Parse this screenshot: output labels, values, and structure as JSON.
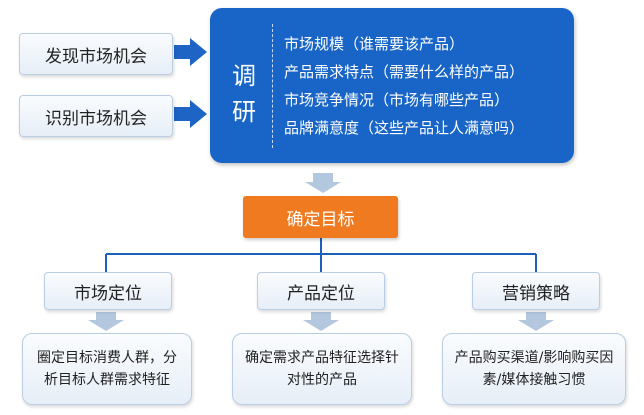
{
  "inputs": [
    "发现市场机会",
    "识别市场机会"
  ],
  "research": {
    "title": "调研",
    "items": [
      "市场规模（谁需要该产品）",
      "产品需求特点（需要什么样的产品）",
      "市场竞争情况（市场有哪些产品）",
      "品牌满意度（这些产品让人满意吗）"
    ]
  },
  "target": "确定目标",
  "branches": [
    {
      "label": "市场定位",
      "detail": "圈定目标消费人群，分析目标人群需求特征"
    },
    {
      "label": "产品定位",
      "detail": "确定需求产品特征选择针对性的产品"
    },
    {
      "label": "营销策略",
      "detail": "产品购买渠道/影响购买因素/媒体接触习惯"
    }
  ],
  "colors": {
    "research_bg": "#1865c7",
    "target_bg": "#f07a20",
    "arrow_blue": "#1e64c4",
    "arrow_grey": "#b3c7de",
    "connector": "#1d5fbd",
    "box_border": "#b9cde3"
  }
}
